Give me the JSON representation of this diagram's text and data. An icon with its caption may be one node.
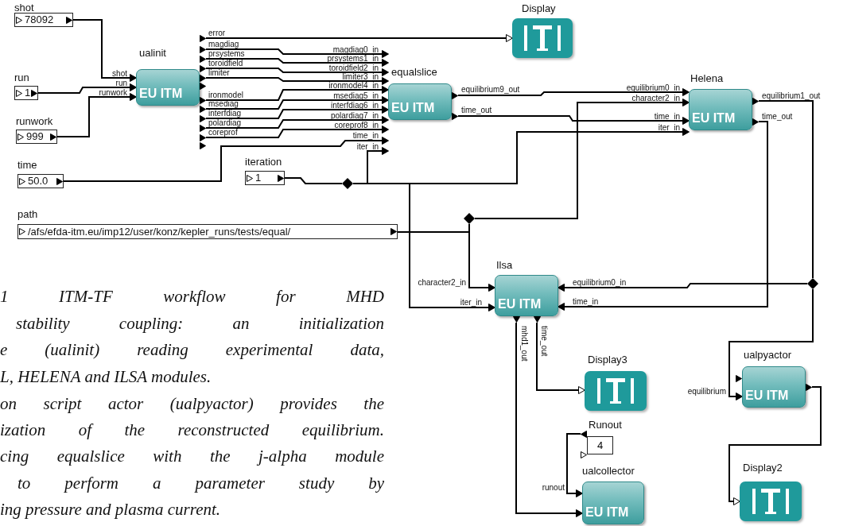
{
  "diagram": {
    "nodes": [
      {
        "text": [
          "shot",
          "78092"
        ]
      },
      {
        "text": [
          "run",
          "1"
        ]
      },
      {
        "text": [
          "runwork",
          "999"
        ]
      },
      {
        "text": [
          "time",
          "50.0"
        ]
      },
      {
        "text": [
          "iteration",
          "1"
        ]
      },
      {
        "text": [
          "path",
          "/afs/efda-itm.eu/imp12/user/konz/kepler_runs/tests/equal/"
        ]
      },
      {
        "text": [
          "ualinit",
          "EU ITM"
        ],
        "beside": [
          "shot",
          "run",
          "runwork",
          "error",
          "magdiag",
          "prsystems",
          "toroidfield",
          "limiter",
          "ironmodel",
          "msediag",
          "interfdiag",
          "polardiag",
          "coreprof"
        ]
      },
      {
        "text": [
          "equalslice",
          "EU ITM"
        ],
        "beside": [
          "magdiag0_in",
          "prsystems1_in",
          "toroidfield2_in",
          "limiter3_in",
          "ironmodel4_in",
          "msediag5_in",
          "interfdiag6_in",
          "polardiag7_in",
          "coreprof8_in",
          "time_in",
          "iter_in",
          "equilibrium9_out",
          "time_out"
        ]
      },
      {
        "text": [
          "Display"
        ]
      },
      {
        "text": [
          "Helena",
          "EU ITM"
        ],
        "beside": [
          "equilibrium0_in",
          "character2_in",
          "time_in",
          "iter_in",
          "equilibrium1_out",
          "time_out"
        ]
      },
      {
        "text": [
          "Ilsa",
          "EU ITM"
        ],
        "beside": [
          "character2_in",
          "iter_in",
          "equilibrium0_in",
          "time_in",
          "mhd1_out",
          "time_out"
        ]
      },
      {
        "text": [
          "Display3"
        ]
      },
      {
        "text": [
          "ualpyactor",
          "EU ITM"
        ],
        "beside": [
          "equilibrium"
        ]
      },
      {
        "text": [
          "Runout",
          "4"
        ]
      },
      {
        "text": [
          "ualcollector",
          "EU ITM"
        ],
        "beside": [
          "runout"
        ]
      },
      {
        "text": [
          "Display2"
        ]
      },
      {
        "text": [],
        "shape": "diamond"
      },
      {
        "text": [],
        "shape": "diamond"
      },
      {
        "text": [],
        "shape": "diamond"
      }
    ],
    "edges": [
      {
        "from": 0,
        "to": 6,
        "arrow": "to"
      },
      {
        "from": 1,
        "to": 6,
        "arrow": "to"
      },
      {
        "from": 2,
        "to": 6,
        "arrow": "to"
      },
      {
        "from": 6,
        "to": 8,
        "arrow": "to"
      },
      {
        "from": 6,
        "to": 7,
        "arrow": "to"
      },
      {
        "from": 6,
        "to": 7,
        "arrow": "to"
      },
      {
        "from": 6,
        "to": 7,
        "arrow": "to"
      },
      {
        "from": 6,
        "to": 7,
        "arrow": "to"
      },
      {
        "from": 6,
        "to": 7,
        "arrow": "to"
      },
      {
        "from": 6,
        "to": 7,
        "arrow": "to"
      },
      {
        "from": 6,
        "to": 7,
        "arrow": "to"
      },
      {
        "from": 6,
        "to": 7,
        "arrow": "to"
      },
      {
        "from": 6,
        "to": 7,
        "arrow": "to"
      },
      {
        "from": 3,
        "to": 7,
        "arrow": "to"
      },
      {
        "from": 4,
        "to": 16,
        "arrow": "none"
      },
      {
        "from": 16,
        "to": 7,
        "arrow": "to"
      },
      {
        "from": 16,
        "to": 9,
        "arrow": "to"
      },
      {
        "from": 16,
        "to": 10,
        "arrow": "to"
      },
      {
        "from": 5,
        "to": 17,
        "arrow": "none"
      },
      {
        "from": 17,
        "to": 9,
        "arrow": "to"
      },
      {
        "from": 17,
        "to": 10,
        "arrow": "to"
      },
      {
        "from": 7,
        "to": 9,
        "arrow": "to"
      },
      {
        "from": 7,
        "to": 9,
        "arrow": "to"
      },
      {
        "from": 9,
        "to": 18,
        "arrow": "none"
      },
      {
        "from": 18,
        "to": 10,
        "arrow": "to"
      },
      {
        "from": 18,
        "to": 12,
        "arrow": "to"
      },
      {
        "from": 9,
        "to": 10,
        "arrow": "to"
      },
      {
        "from": 10,
        "to": 11,
        "arrow": "to"
      },
      {
        "from": 10,
        "to": 14,
        "arrow": "to"
      },
      {
        "from": 13,
        "to": 14,
        "arrow": "to"
      },
      {
        "from": 12,
        "to": 15,
        "arrow": "to"
      }
    ],
    "labels": [
      "1 ITM-TF workflow for MHD",
      "stability coupling: an initialization",
      "e (ualinit) reading experimental data,",
      "L, HELENA and ILSA modules.",
      "on script actor (ualpyactor) provides the",
      "ization of the reconstructed equilibrium.",
      "cing equalslice with the j-alpha module",
      "to perform a parameter study by",
      "ing pressure and plasma current."
    ]
  }
}
